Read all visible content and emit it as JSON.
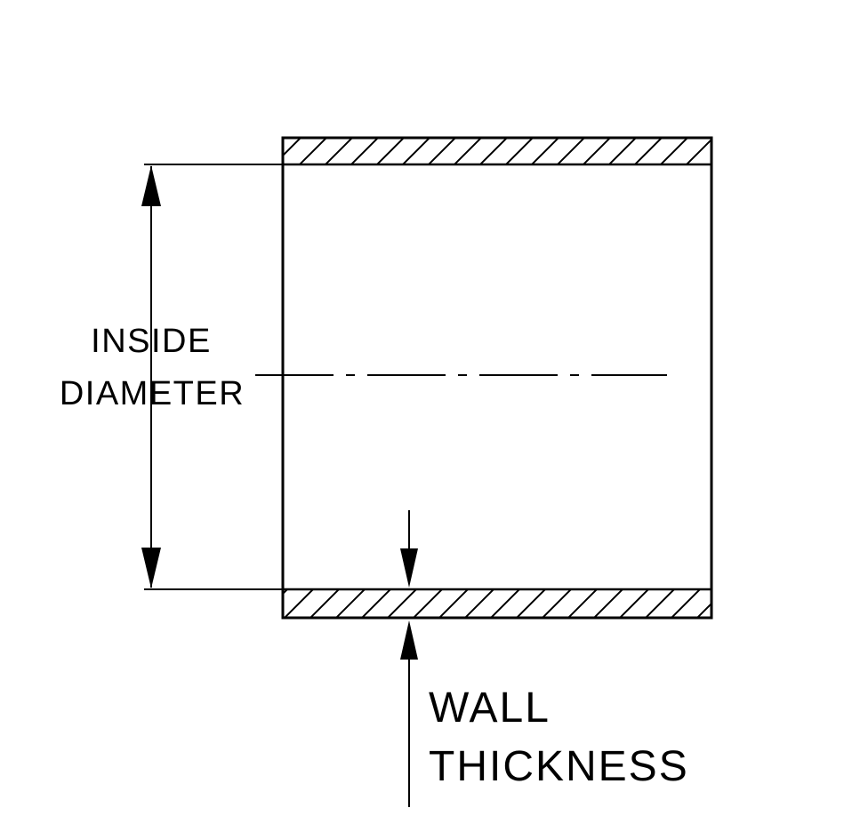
{
  "diagram": {
    "type": "technical-cross-section",
    "description": "Cross-section of a hose/tube wall showing inside diameter and wall thickness dimensions",
    "labels": {
      "inside_diameter_line1": "INSIDE",
      "inside_diameter_line2": "DIAMETER",
      "wall_thickness_line1": "WALL",
      "wall_thickness_line2": "THICKNESS"
    },
    "colors": {
      "line": "#000000",
      "background": "#ffffff"
    }
  }
}
